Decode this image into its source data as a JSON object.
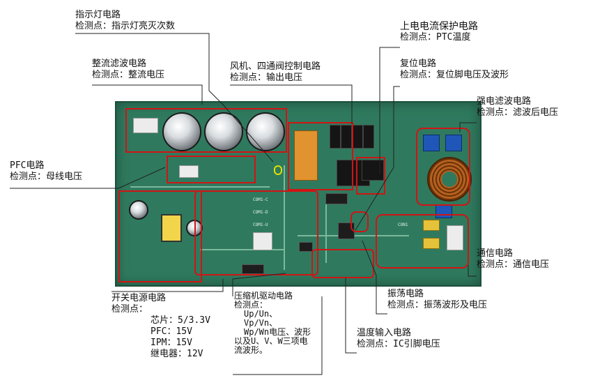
{
  "labels": {
    "indicator": {
      "title": "指示灯电路",
      "detail": "检测点：指示灯亮灭次数"
    },
    "rectifier": {
      "title": "整流滤波电路",
      "detail": "检测点：整流电压"
    },
    "fan_valve": {
      "title": "风机、四通阀控制电路",
      "detail": "检测点：输出电压"
    },
    "power_on_protect": {
      "title": "上电电流保护电路",
      "detail": "检测点：PTC温度"
    },
    "reset": {
      "title": "复位电路",
      "detail": "检测点：复位脚电压及波形"
    },
    "strong_filter": {
      "title": "强电滤波电路",
      "detail": "检测点：滤波后电压"
    },
    "pfc": {
      "title": "PFC电路",
      "detail": "检测点：母线电压"
    },
    "comm": {
      "title": "通信电路",
      "detail": "检测点：通信电压"
    },
    "oscillator": {
      "title": "振荡电路",
      "detail": "检测点：振荡波形及电压"
    },
    "temp_input": {
      "title": "温度输入电路",
      "detail": "检测点：IC引脚电压"
    },
    "switch_power": {
      "title": "开关电源电路",
      "detail": "检测点：",
      "lines": [
        "芯片：5/3.3V",
        "PFC：15V",
        "IPM：15V",
        "继电器：12V"
      ]
    },
    "compressor": {
      "title": "压缩机驱动电路",
      "detail": "检测点：",
      "lines": [
        "Up/Un、",
        "Vp/Vn、",
        "Wp/Wn电压、波形",
        "以及U、V、W三项电",
        "流波形。"
      ]
    }
  },
  "board_silk": [
    "COM1-C",
    "COM1-D",
    "COM1-U",
    "CON1"
  ],
  "colors": {
    "board": "#2f7a5e",
    "highlight": "#d11414",
    "label_text": "#111111",
    "label_accent": "#2a2aa8"
  }
}
